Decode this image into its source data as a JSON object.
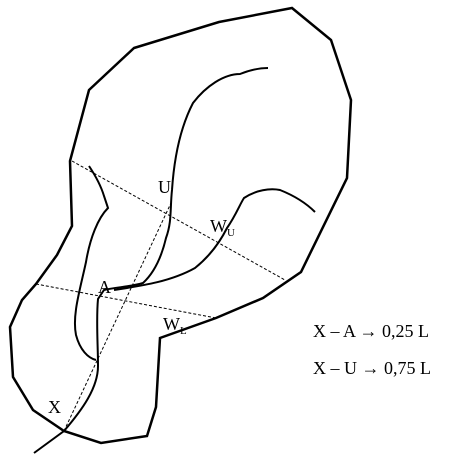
{
  "colors": {
    "ink": "#000000",
    "background": "#ffffff"
  },
  "labels": {
    "U": "U",
    "A": "A",
    "X": "X",
    "WU_main": "W",
    "WU_sub": "U",
    "WL_main": "W",
    "WL_sub": "L"
  },
  "notes": {
    "xa": "X – A → 0,25 L",
    "xu": "X – U → 0,75 L"
  }
}
